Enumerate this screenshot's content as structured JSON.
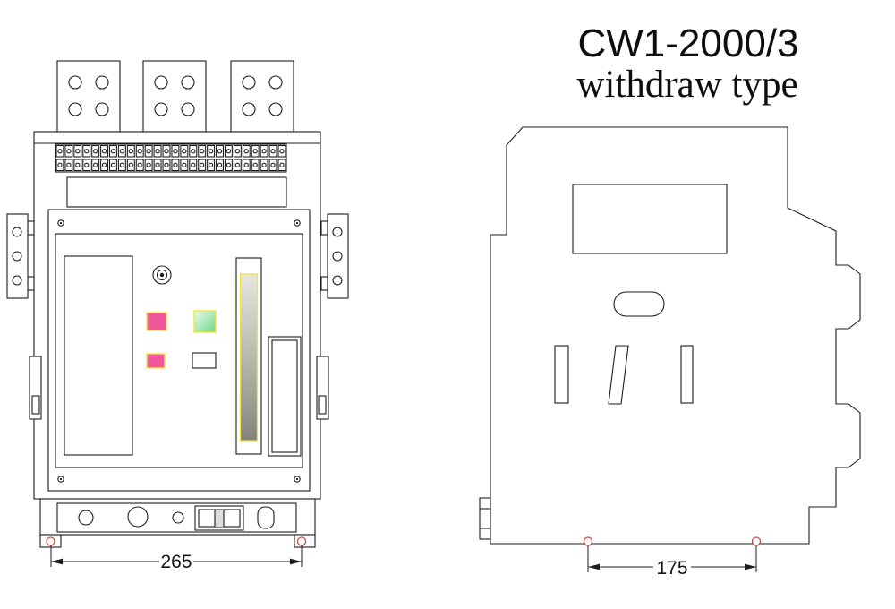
{
  "title": {
    "line1": "CW1-2000/3",
    "line2": "withdraw type"
  },
  "dimensions": {
    "front_width": "265",
    "side_width": "175"
  },
  "colors": {
    "line": "#1c1c1c",
    "pink": "#f0589c",
    "yellow": "#f2e43c",
    "green_light": "#e9fbe7",
    "green_dark": "#6ed98b",
    "bar_top": "#e6e6df",
    "bar_mid": "#b9b9ae",
    "bar_bottom": "#83837a",
    "dim_point": "#b9524a"
  }
}
